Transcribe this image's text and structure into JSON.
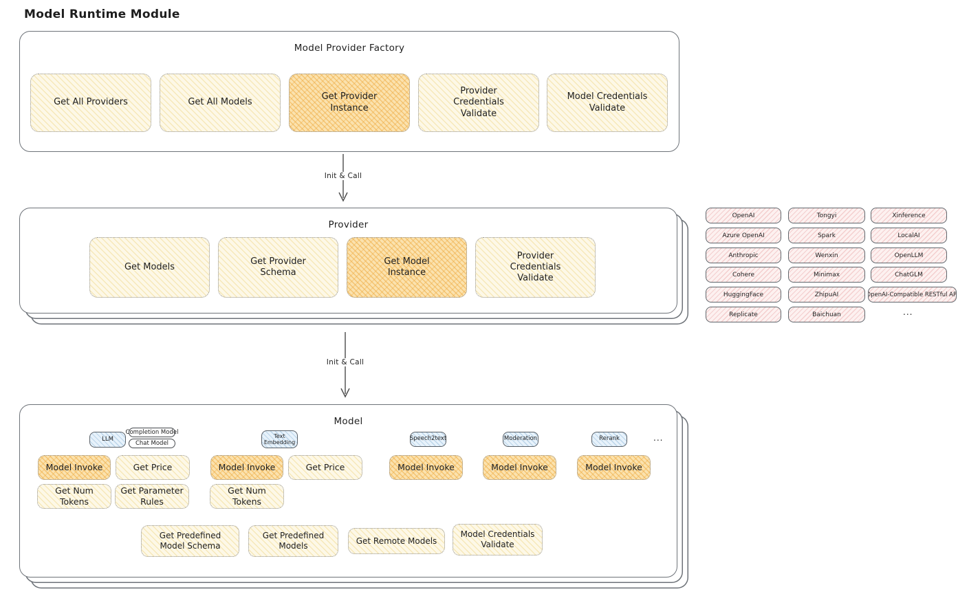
{
  "title": "Model Runtime Module",
  "arrows": {
    "label1": "Init & Call",
    "label2": "Init & Call"
  },
  "colors": {
    "highlight_orange": "#f5c26b",
    "pale_yellow": "#fdf6dd",
    "provider_pink": "#fbe5e3",
    "type_blue": "#d9eaf7",
    "ink": "#1e1e1e"
  },
  "factory": {
    "title": "Model Provider Factory",
    "buttons": [
      "Get All Providers",
      "Get All Models",
      "Get Provider Instance",
      "Provider Credentials Validate",
      "Model Credentials Validate"
    ]
  },
  "provider": {
    "title": "Provider",
    "buttons": [
      "Get Models",
      "Get Provider Schema",
      "Get Model Instance",
      "Provider Credentials Validate"
    ]
  },
  "providers_grid": {
    "col1": [
      "OpenAI",
      "Azure OpenAI",
      "Anthropic",
      "Cohere",
      "HuggingFace",
      "Replicate"
    ],
    "col2": [
      "Tongyi",
      "Spark",
      "Wenxin",
      "Minimax",
      "ZhipuAI",
      "Baichuan"
    ],
    "col3": [
      "Xinference",
      "LocalAI",
      "OpenLLM",
      "ChatGLM",
      "OpenAI-Compatible RESTful API"
    ],
    "more": "..."
  },
  "model": {
    "title": "Model",
    "tags": {
      "llm": "LLM",
      "completion": "Completion Model",
      "chat": "Chat Model",
      "text_embedding": "Text Embedding",
      "speech2text": "Speech2text",
      "moderation": "Moderation",
      "rerank": "Rerank",
      "more": "..."
    },
    "llm_ops": [
      "Model Invoke",
      "Get Price",
      "Get Num Tokens",
      "Get Parameter Rules"
    ],
    "text_embedding_ops": [
      "Model Invoke",
      "Get Price",
      "Get Num Tokens"
    ],
    "speech2text_ops": [
      "Model Invoke"
    ],
    "moderation_ops": [
      "Model Invoke"
    ],
    "rerank_ops": [
      "Model Invoke"
    ],
    "common_ops": [
      "Get Predefined Model Schema",
      "Get Predefined Models",
      "Get Remote Models",
      "Model Credentials Validate"
    ]
  }
}
